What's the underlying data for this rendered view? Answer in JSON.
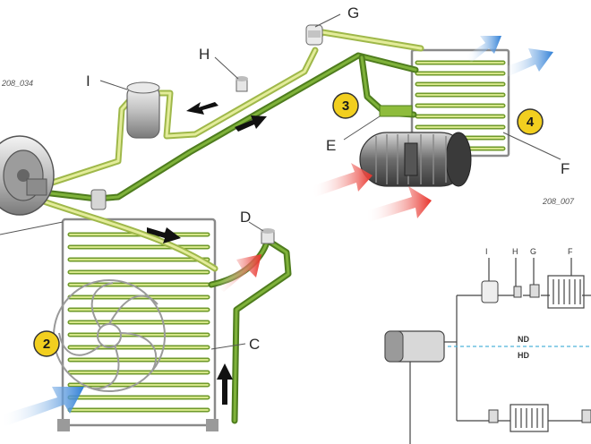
{
  "labels": {
    "G": "G",
    "H": "H",
    "I": "I",
    "E": "E",
    "F": "F",
    "D": "D",
    "C": "C"
  },
  "badges": {
    "n2": "2",
    "n3": "3",
    "n4": "4"
  },
  "references": {
    "top_left": "208_034",
    "right": "208_007"
  },
  "schematic": {
    "labels": [
      "I",
      "H",
      "G",
      "F"
    ],
    "nd": "ND",
    "hd": "HD"
  },
  "colors": {
    "badge_fill": "#f2cf1f",
    "pipe_high": "#4f7d1e",
    "pipe_low": "#9fb84a",
    "warm_air": "#e8322a",
    "cool_air": "#2f7fd6",
    "flow_arrow": "#111111"
  }
}
